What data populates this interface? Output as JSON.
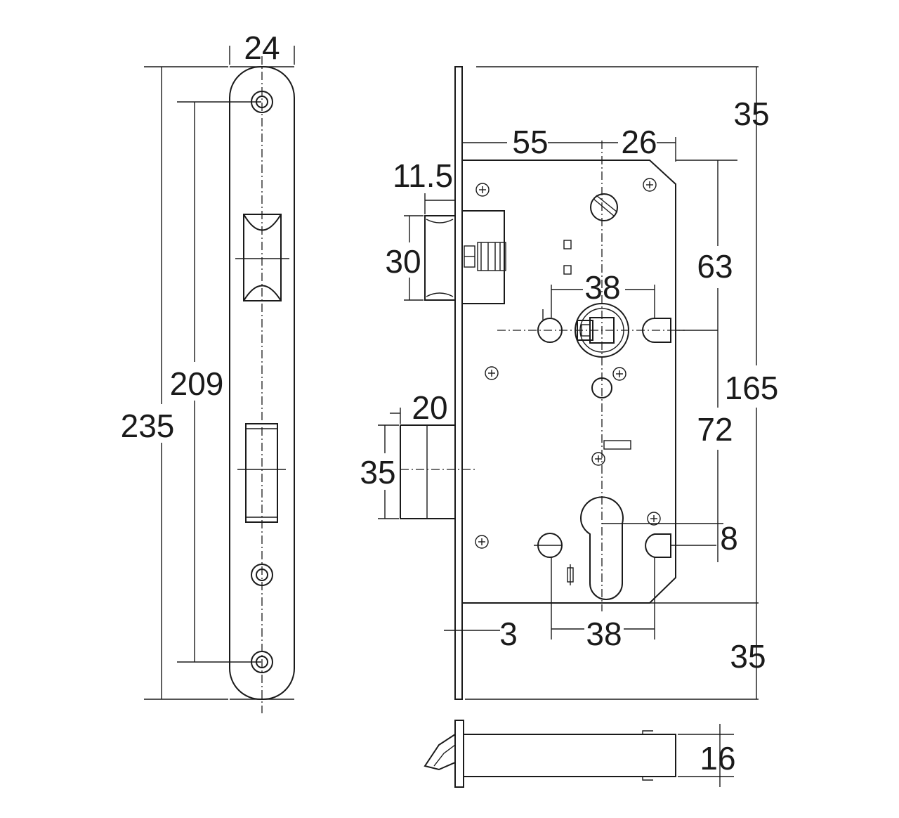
{
  "dimensions": {
    "faceplate_width": "24",
    "faceplate_height": "235",
    "screw_spacing": "209",
    "backset": "55",
    "latch_projection_offset": "26",
    "top_margin": "35",
    "bottom_margin": "35",
    "case_height": "165",
    "latch_face": "11.5",
    "latch_height": "30",
    "spindle_to_screw_top": "38",
    "upper_to_spindle": "63",
    "spindle_to_cylinder": "72",
    "cylinder_offset": "8",
    "cylinder_screw_spacing": "38",
    "deadbolt_throw": "20",
    "deadbolt_height": "35",
    "plate_thickness": "3",
    "case_depth": "16"
  },
  "colors": {
    "line": "#1a1a1a",
    "background": "#ffffff"
  }
}
